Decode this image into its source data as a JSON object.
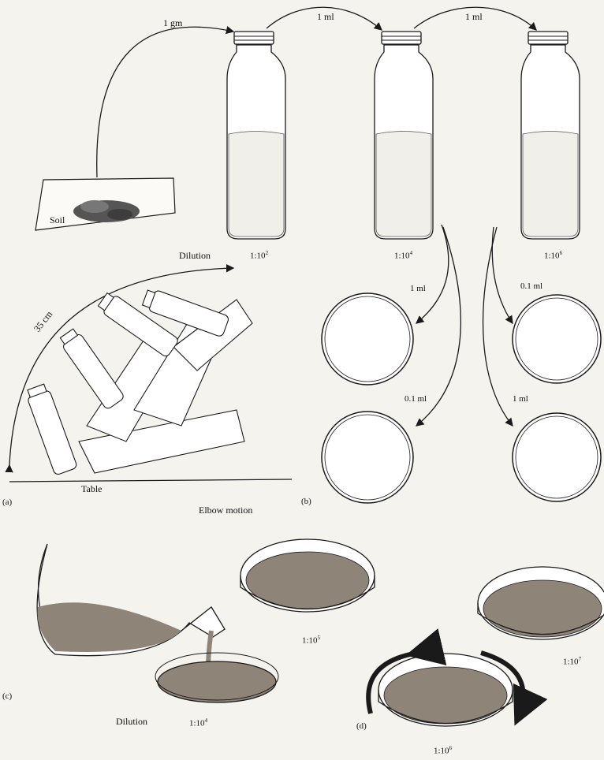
{
  "labels": {
    "transfer_1gm": "1 gm",
    "transfer_1ml_a": "1 ml",
    "transfer_1ml_b": "1 ml",
    "soil": "Soil",
    "dilution_top": "Dilution",
    "dil_b1": "1:10",
    "dil_b1_exp": "2",
    "dil_b2": "1:10",
    "dil_b2_exp": "4",
    "dil_b3": "1:10",
    "dil_b3_exp": "6",
    "plate_1ml_left": "1 ml",
    "plate_01ml_left": "0.1 ml",
    "plate_01ml_right": "0.1 ml",
    "plate_1ml_right": "1 ml",
    "distance": "35 cm",
    "table": "Table",
    "elbow": "Elbow motion",
    "panel_a": "(a)",
    "panel_b": "(b)",
    "panel_c": "(c)",
    "panel_d": "(d)",
    "dilution_bottom": "Dilution",
    "dil_c_pour": "1:10",
    "dil_c_pour_exp": "4",
    "dil_c_plate": "1:10",
    "dil_c_plate_exp": "5",
    "dil_d_bottom": "1:10",
    "dil_d_bottom_exp": "6",
    "dil_d_right": "1:10",
    "dil_d_right_exp": "7"
  },
  "colors": {
    "ink": "#1a1a1a",
    "agar": "#8f8478",
    "paper": "#f5f3ee"
  }
}
